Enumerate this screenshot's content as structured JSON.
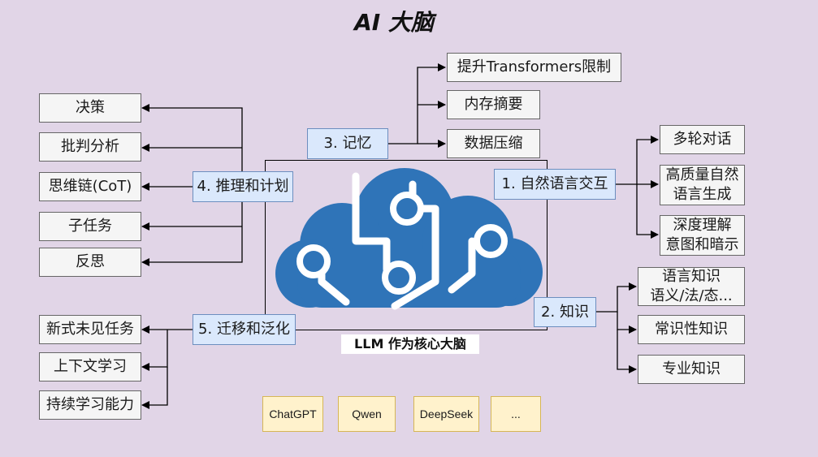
{
  "title": "AI 大脑",
  "center_label": "LLM 作为核心大脑",
  "colors": {
    "background": "#e1d5e7",
    "cloud": "#2f74b8",
    "category_fill": "#dae8fc",
    "leaf_fill": "#f5f5f5",
    "model_fill": "#fff2cc"
  },
  "icon": "brain-circuit-cloud-icon",
  "memory": {
    "label": "3. 记忆",
    "items": [
      "提升Transformers限制",
      "内存摘要",
      "数据压缩"
    ]
  },
  "reasoning": {
    "label": "4. 推理和计划",
    "items": [
      "决策",
      "批判分析",
      "思维链(CoT)",
      "子任务",
      "反思"
    ]
  },
  "language": {
    "label": "1. 自然语言交互",
    "items": [
      "多轮对话",
      "高质量自然\n语言生成",
      "深度理解\n意图和暗示"
    ]
  },
  "knowledge": {
    "label": "2. 知识",
    "items": [
      "语言知识\n语义/法/态...",
      "常识性知识",
      "专业知识"
    ]
  },
  "transfer": {
    "label": "5. 迁移和泛化",
    "items": [
      "新式未见任务",
      "上下文学习",
      "持续学习能力"
    ]
  },
  "models": [
    "ChatGPT",
    "Qwen",
    "DeepSeek",
    "..."
  ]
}
